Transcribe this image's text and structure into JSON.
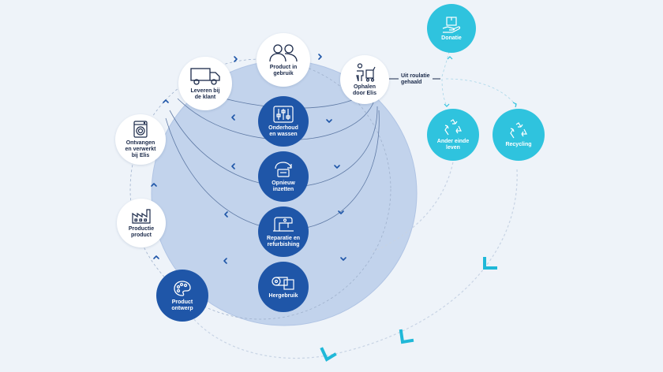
{
  "colors": {
    "background": "#eef3f9",
    "big_circle": "#c2d3ec",
    "dark_node": "#1f56a8",
    "cyan_node": "#2fc3de",
    "navy_text": "#1b2a4a",
    "arrow_accent": "#1fb8d8"
  },
  "outer_cycle": [
    {
      "label": "Product\nontwerp",
      "icon": "palette-icon"
    },
    {
      "label": "Productie\nproduct",
      "icon": "factory-icon"
    },
    {
      "label": "Ontvangen\nen verwerkt\nbij Elis",
      "icon": "washing-machine-icon"
    },
    {
      "label": "Leveren bij\nde klant",
      "icon": "truck-icon"
    },
    {
      "label": "Product in\ngebruik",
      "icon": "people-icon"
    },
    {
      "label": "Ophalen\ndoor Elis",
      "icon": "worker-cart-icon"
    }
  ],
  "inner_steps": [
    {
      "label": "Onderhoud\nen wassen",
      "icon": "equalizer-icon"
    },
    {
      "label": "Opnieuw\ninzetten",
      "icon": "redeploy-icon"
    },
    {
      "label": "Reparatie en\nrefurbishing",
      "icon": "sewing-machine-icon"
    },
    {
      "label": "Hergebruik",
      "icon": "fabric-rolls-icon"
    }
  ],
  "exit_label": "Uit roulatie\ngehaald",
  "end_of_life": [
    {
      "label": "Donatie",
      "icon": "donation-box-icon"
    },
    {
      "label": "Ander einde\nleven",
      "icon": "recycle-icon"
    },
    {
      "label": "Recycling",
      "icon": "recycle-icon"
    }
  ]
}
